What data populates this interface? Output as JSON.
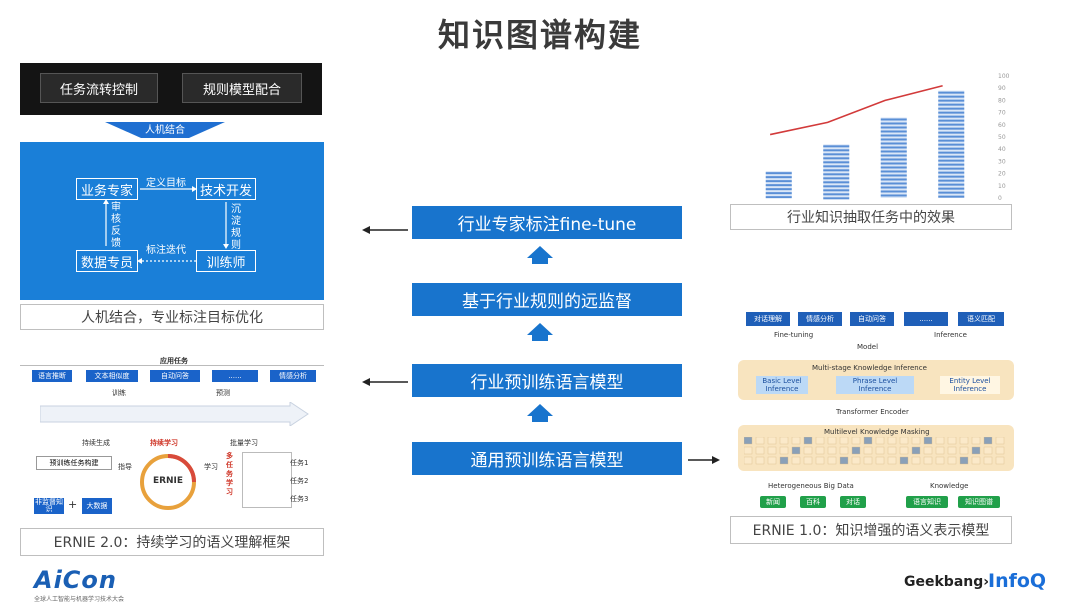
{
  "title": "知识图谱构建",
  "top_left": {
    "btn1": "任务流转控制",
    "btn2": "规则模型配合",
    "banner": "人机结合",
    "box_expert": "业务专家",
    "box_tech": "技术开发",
    "box_data": "数据专员",
    "box_trainer": "训练师",
    "arrow_define": "定义目标",
    "arrow_iter": "标注迭代",
    "v_left": "审核反馈",
    "v_right": "沉淀规则",
    "caption": "人机结合，专业标注目标优化"
  },
  "center": {
    "step4": "行业专家标注fine-tune",
    "step3": "基于行业规则的远监督",
    "step2": "行业预训练语言模型",
    "step1": "通用预训练语言模型"
  },
  "chart": {
    "caption": "行业知识抽取任务中的效果"
  },
  "chart_data": {
    "type": "bar",
    "categories": [
      "",
      "",
      "",
      ""
    ],
    "values": [
      22,
      44,
      66,
      88
    ],
    "line_values": [
      52,
      62,
      80,
      92
    ],
    "ylim": [
      0,
      100
    ],
    "yticks": [
      "0",
      "10",
      "20",
      "30",
      "40",
      "50",
      "60",
      "70",
      "80",
      "90",
      "100"
    ],
    "title": "",
    "xlabel": "",
    "ylabel": "",
    "colors": {
      "bar": "#5a8fd6",
      "line": "#d23a3a"
    }
  },
  "ernie2": {
    "header": "应用任务",
    "tasks": [
      "语言推断",
      "文本相似度",
      "自动问答",
      "......",
      "情感分析"
    ],
    "train": "训练",
    "predict": "预测",
    "stream_label": "持续生成",
    "learn_label": "持续学习",
    "batch_label": "批量学习",
    "build": "预训练任务构建",
    "guide": "指导",
    "study": "学习",
    "center": "ERNIE",
    "multi": "多任务学习",
    "knowledge": "非监督知识",
    "bigdata": "大数据",
    "tasks_right": [
      "任务1",
      "任务2",
      "任务3"
    ],
    "caption": "ERNIE 2.0：持续学习的语义理解框架"
  },
  "ernie1": {
    "tasks": [
      "对话理解",
      "情感分析",
      "自动问答",
      "......",
      "语义匹配"
    ],
    "finetuning": "Fine-tuning",
    "model": "Model",
    "inference": "Inference",
    "multistage": "Multi-stage Knowledge Inference",
    "basic": "Basic Level Inference",
    "phrase": "Phrase Level Inference",
    "entity": "Entity Level Inference",
    "encoder": "Transformer Encoder",
    "masking": "Multilevel Knowledge Masking",
    "hetero": "Heterogeneous Big Data",
    "knowledge": "Knowledge",
    "data_btns": [
      "新闻",
      "百科",
      "对话"
    ],
    "know_btns": [
      "语言知识",
      "知识图谱"
    ],
    "caption": "ERNIE 1.0：知识增强的语义表示模型"
  },
  "footer": {
    "aicon": "AiCon",
    "aicon_sub": "全球人工智能与机器学习技术大会",
    "geekbang": "Geekbang›.",
    "infoq": "InfoQ"
  }
}
